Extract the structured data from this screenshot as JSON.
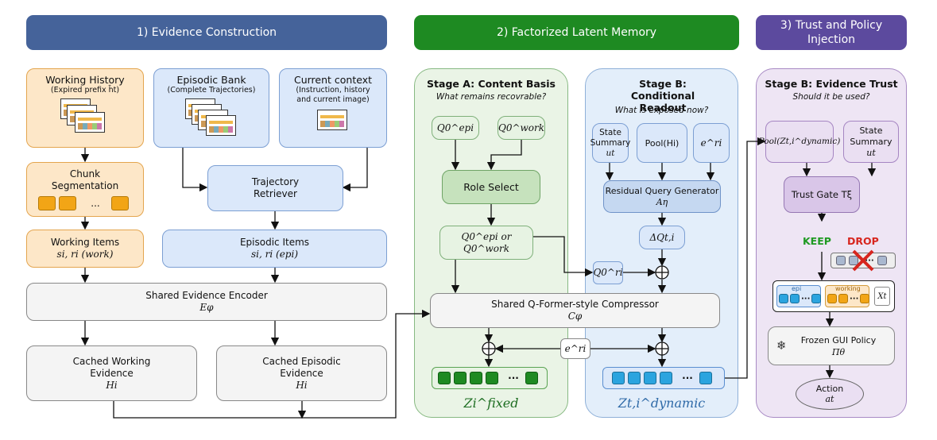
{
  "banners": {
    "b1": "1) Evidence Construction",
    "b2": "2) Factorized Latent Memory",
    "b3": "3) Trust and Policy Injection"
  },
  "col1": {
    "working_history": "Working History",
    "expired_prefix": "(Expired prefix h̄t)",
    "episodic_bank": "Episodic Bank",
    "complete_traj": "(Complete Trajectories)",
    "current_context": "Current context",
    "context_detail": "(Instruction, history and current image)",
    "chunk_seg": "Chunk Segmentation",
    "ellipsis": "...",
    "trajectory_retriever": "Trajectory Retriever",
    "working_items": "Working Items",
    "working_items_sub": "si, ri (work)",
    "episodic_items": "Episodic Items",
    "episodic_items_sub": "si, ri (epi)",
    "shared_encoder": "Shared Evidence Encoder",
    "encoder_sym": "Eφ",
    "cached_working": "Cached Working Evidence",
    "cached_working_sym": "Hi",
    "cached_episodic": "Cached Episodic Evidence",
    "cached_episodic_sym": "Hi"
  },
  "stageA": {
    "title": "Stage A: Content Basis",
    "subtitle": "What remains recovrable?",
    "q_epi": "Q0^epi",
    "q_work": "Q0^work",
    "role_select": "Role Select",
    "q_or": "Q0^epi or Q0^work",
    "z_fixed": "Zi^fixed"
  },
  "stageB1": {
    "title": "Stage B: Conditional Readout",
    "subtitle": "What is exposed now?",
    "state_summary": "State Summary",
    "state_sym": "ut",
    "pool_h": "Pool(Hi)",
    "e_ri": "e^ri",
    "rqg": "Residual Query Generator",
    "rqg_sym": "Aη",
    "delta_q": "ΔQt,i",
    "q_ri": "Q0^ri",
    "z_dynamic": "Zt,i^dynamic"
  },
  "compressor": {
    "label": "Shared Q-Former-style Compressor",
    "sym": "Cφ",
    "e_ri": "e^ri"
  },
  "stageB2": {
    "title": "Stage B: Evidence Trust",
    "subtitle": "Should it be used?",
    "pool_z": "Pool(Zt,i^dynamic)",
    "state_summary": "State Summary",
    "state_sym": "ut",
    "trust_gate": "Trust Gate Tξ",
    "keep": "KEEP",
    "drop": "DROP",
    "epi_tag": "epi",
    "working_tag": "working",
    "xt": "Xt",
    "frozen_policy": "Frozen GUI Policy",
    "policy_sym": "Πθ",
    "snowflake": "❄",
    "action": "Action",
    "action_sym": "at"
  },
  "colors": {
    "banner_blue": "#45639a",
    "banner_green": "#1e8a22",
    "banner_purple": "#5c4a9e",
    "keep": "#1f9a22",
    "drop": "#d7261e",
    "token_green": "#1e8a22",
    "token_blue": "#2ba4df",
    "token_orange": "#f2a516"
  }
}
